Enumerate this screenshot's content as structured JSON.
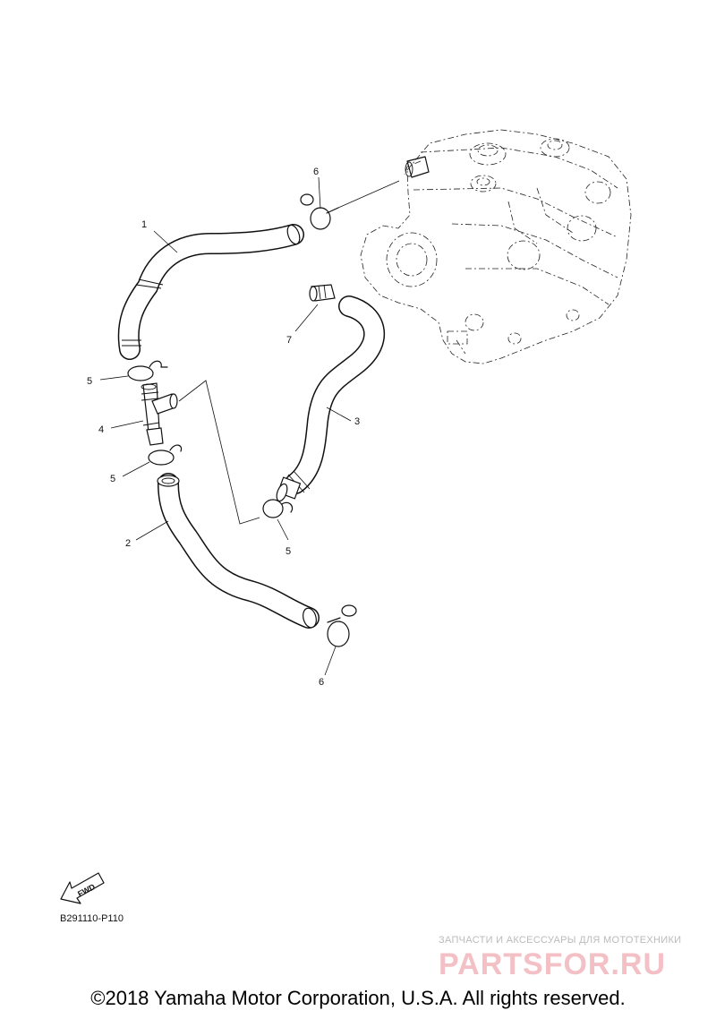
{
  "diagram": {
    "callouts": {
      "part1": "1",
      "part2": "2",
      "part3": "3",
      "part4": "4",
      "part5_top": "5",
      "part5_mid": "5",
      "part5_right": "5",
      "part6_top": "6",
      "part6_bottom": "6",
      "part7": "7"
    },
    "fwd_label": "FWD",
    "diagram_code": "B291110-P110"
  },
  "watermark": {
    "tagline": "ЗАПЧАСТИ И АКСЕССУАРЫ ДЛЯ МОТОТЕХНИКИ",
    "logo": "PARTSFOR.RU"
  },
  "footer": {
    "copyright": "©2018 Yamaha Motor Corporation, U.S.A. All rights reserved."
  }
}
